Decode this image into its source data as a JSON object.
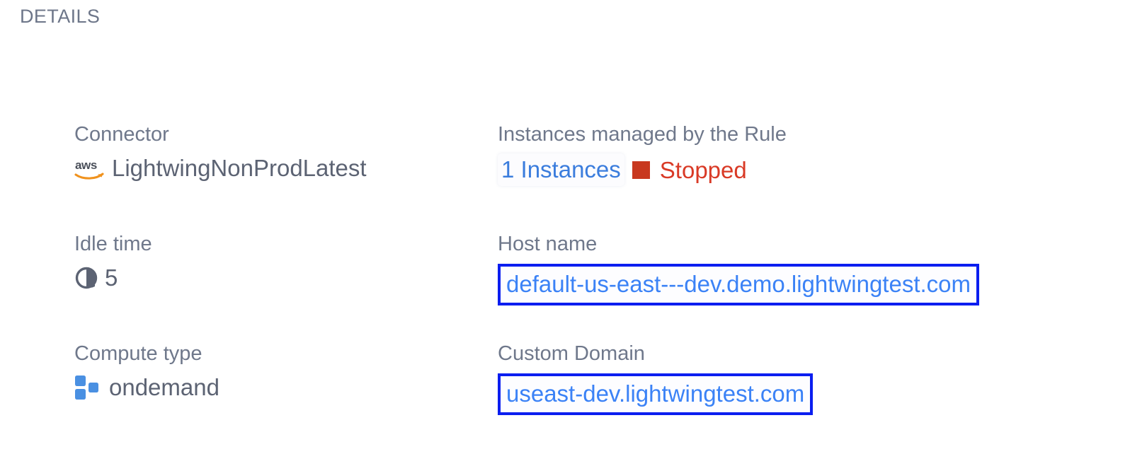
{
  "page": {
    "section_title": "DETAILS"
  },
  "fields": {
    "connector": {
      "label": "Connector",
      "icon": "aws-icon",
      "value": "LightwingNonProdLatest"
    },
    "instances": {
      "label": "Instances managed by the Rule",
      "count_label": "1 Instances",
      "status_icon": "stopped-square-icon",
      "status": "Stopped"
    },
    "idle_time": {
      "label": "Idle time",
      "icon": "clock-icon",
      "value": "5"
    },
    "host_name": {
      "label": "Host name",
      "value": "default-us-east---dev.demo.lightwingtest.com"
    },
    "compute_type": {
      "label": "Compute type",
      "icon": "compute-squares-icon",
      "value": "ondemand"
    },
    "custom_domain": {
      "label": "Custom Domain",
      "value": "useast-dev.lightwingtest.com"
    }
  },
  "colors": {
    "label_gray": "#6f788b",
    "value_gray": "#5c6373",
    "link_blue": "#3b7ddd",
    "highlight_border_blue": "#0b1ef0",
    "highlight_text_blue": "#3b82f6",
    "status_red": "#d93a26",
    "status_square_red": "#c8381f",
    "aws_orange": "#f0921d",
    "compute_blue": "#4a90e2"
  }
}
